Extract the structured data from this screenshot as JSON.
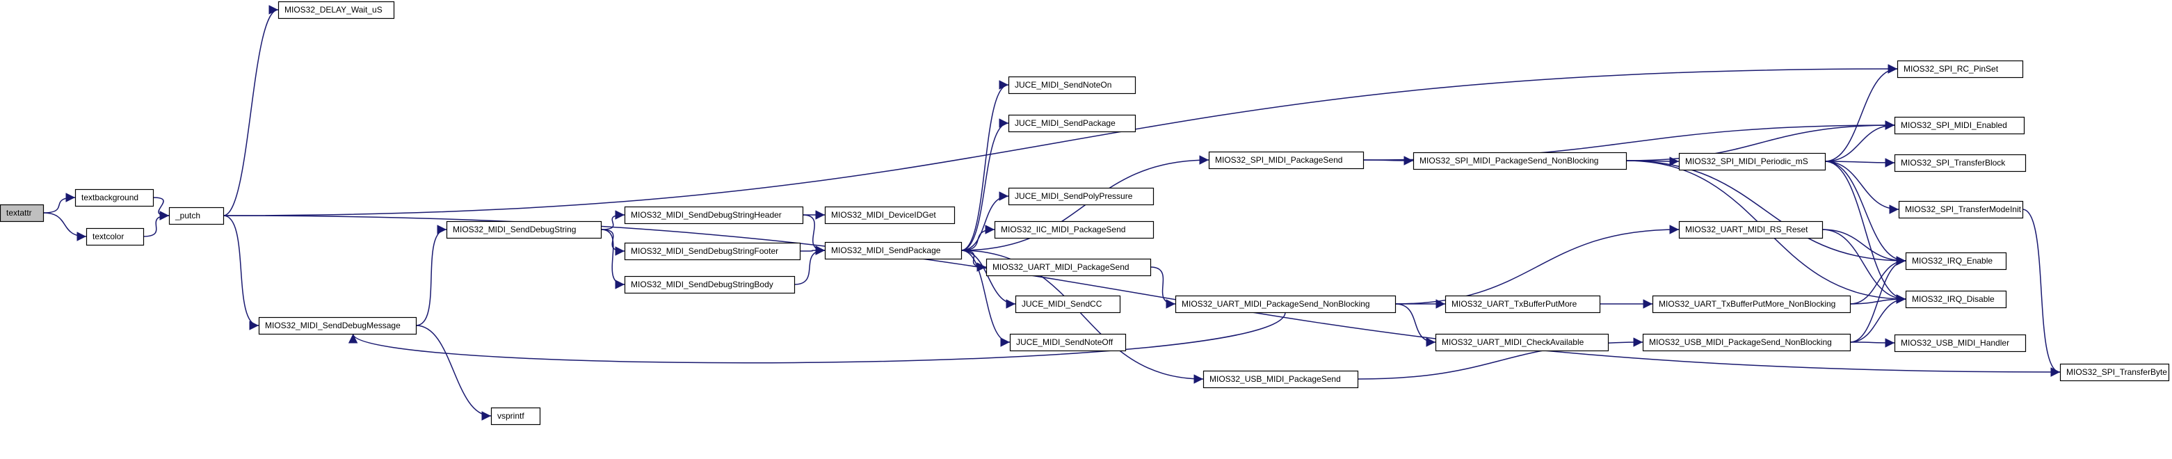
{
  "diagram": {
    "root": "textattr",
    "nodes": [
      {
        "id": "textattr",
        "label": "textattr"
      },
      {
        "id": "textbackground",
        "label": "textbackground"
      },
      {
        "id": "textcolor",
        "label": "textcolor"
      },
      {
        "id": "putch",
        "label": "_putch"
      },
      {
        "id": "delay",
        "label": "MIOS32_DELAY_Wait_uS"
      },
      {
        "id": "senddebugmessage",
        "label": "MIOS32_MIDI_SendDebugMessage"
      },
      {
        "id": "vsprintf",
        "label": "vsprintf"
      },
      {
        "id": "senddebugstring",
        "label": "MIOS32_MIDI_SendDebugString"
      },
      {
        "id": "sdsheader",
        "label": "MIOS32_MIDI_SendDebugStringHeader"
      },
      {
        "id": "sdsfooter",
        "label": "MIOS32_MIDI_SendDebugStringFooter"
      },
      {
        "id": "sdsbody",
        "label": "MIOS32_MIDI_SendDebugStringBody"
      },
      {
        "id": "deviceidget",
        "label": "MIOS32_MIDI_DeviceIDGet"
      },
      {
        "id": "sendpackage",
        "label": "MIOS32_MIDI_SendPackage"
      },
      {
        "id": "juce_noteon",
        "label": "JUCE_MIDI_SendNoteOn"
      },
      {
        "id": "juce_package",
        "label": "JUCE_MIDI_SendPackage"
      },
      {
        "id": "juce_polypressure",
        "label": "JUCE_MIDI_SendPolyPressure"
      },
      {
        "id": "iic_packagesend",
        "label": "MIOS32_IIC_MIDI_PackageSend"
      },
      {
        "id": "uart_packagesend",
        "label": "MIOS32_UART_MIDI_PackageSend"
      },
      {
        "id": "juce_cc",
        "label": "JUCE_MIDI_SendCC"
      },
      {
        "id": "juce_noteoff",
        "label": "JUCE_MIDI_SendNoteOff"
      },
      {
        "id": "spi_packagesend",
        "label": "MIOS32_SPI_MIDI_PackageSend"
      },
      {
        "id": "uart_packagesend_nb",
        "label": "MIOS32_UART_MIDI_PackageSend_NonBlocking"
      },
      {
        "id": "usb_packagesend",
        "label": "MIOS32_USB_MIDI_PackageSend"
      },
      {
        "id": "spi_packagesend_nb",
        "label": "MIOS32_SPI_MIDI_PackageSend_NonBlocking"
      },
      {
        "id": "uart_txbufferputmore",
        "label": "MIOS32_UART_TxBufferPutMore"
      },
      {
        "id": "uart_checkavailable",
        "label": "MIOS32_UART_MIDI_CheckAvailable"
      },
      {
        "id": "spi_periodic",
        "label": "MIOS32_SPI_MIDI_Periodic_mS"
      },
      {
        "id": "uart_rsreset",
        "label": "MIOS32_UART_MIDI_RS_Reset"
      },
      {
        "id": "uart_txbufferputmore_nb",
        "label": "MIOS32_UART_TxBufferPutMore_NonBlocking"
      },
      {
        "id": "usb_packagesend_nb",
        "label": "MIOS32_USB_MIDI_PackageSend_NonBlocking"
      },
      {
        "id": "spi_rc_pinset",
        "label": "MIOS32_SPI_RC_PinSet"
      },
      {
        "id": "spi_midi_enabled",
        "label": "MIOS32_SPI_MIDI_Enabled"
      },
      {
        "id": "spi_transferblock",
        "label": "MIOS32_SPI_TransferBlock"
      },
      {
        "id": "spi_transfermodeinit",
        "label": "MIOS32_SPI_TransferModeInit"
      },
      {
        "id": "irq_enable",
        "label": "MIOS32_IRQ_Enable"
      },
      {
        "id": "irq_disable",
        "label": "MIOS32_IRQ_Disable"
      },
      {
        "id": "usb_handler",
        "label": "MIOS32_USB_MIDI_Handler"
      },
      {
        "id": "spi_transferbyte",
        "label": "MIOS32_SPI_TransferByte"
      }
    ],
    "edges": [
      [
        "textattr",
        "textbackground"
      ],
      [
        "textattr",
        "textcolor"
      ],
      [
        "textbackground",
        "putch"
      ],
      [
        "textcolor",
        "putch"
      ],
      [
        "putch",
        "delay"
      ],
      [
        "putch",
        "spi_rc_pinset"
      ],
      [
        "putch",
        "senddebugmessage"
      ],
      [
        "putch",
        "spi_transferbyte"
      ],
      [
        "senddebugmessage",
        "vsprintf"
      ],
      [
        "senddebugmessage",
        "senddebugstring"
      ],
      [
        "senddebugstring",
        "sdsheader"
      ],
      [
        "senddebugstring",
        "sdsfooter"
      ],
      [
        "senddebugstring",
        "sdsbody"
      ],
      [
        "sdsheader",
        "deviceidget"
      ],
      [
        "sdsheader",
        "sendpackage"
      ],
      [
        "sdsfooter",
        "sendpackage"
      ],
      [
        "sdsbody",
        "sendpackage"
      ],
      [
        "sendpackage",
        "juce_noteon"
      ],
      [
        "sendpackage",
        "juce_package"
      ],
      [
        "sendpackage",
        "juce_polypressure"
      ],
      [
        "sendpackage",
        "iic_packagesend"
      ],
      [
        "sendpackage",
        "uart_packagesend"
      ],
      [
        "sendpackage",
        "juce_cc"
      ],
      [
        "sendpackage",
        "juce_noteoff"
      ],
      [
        "sendpackage",
        "spi_packagesend"
      ],
      [
        "sendpackage",
        "usb_packagesend"
      ],
      [
        "uart_packagesend",
        "uart_packagesend_nb"
      ],
      [
        "uart_packagesend_nb",
        "senddebugmessage"
      ],
      [
        "uart_packagesend_nb",
        "uart_txbufferputmore"
      ],
      [
        "uart_packagesend_nb",
        "uart_checkavailable"
      ],
      [
        "uart_packagesend_nb",
        "uart_rsreset"
      ],
      [
        "spi_packagesend",
        "spi_packagesend_nb"
      ],
      [
        "spi_packagesend",
        "spi_midi_enabled"
      ],
      [
        "spi_packagesend_nb",
        "spi_periodic"
      ],
      [
        "spi_packagesend_nb",
        "spi_midi_enabled"
      ],
      [
        "spi_packagesend_nb",
        "irq_enable"
      ],
      [
        "spi_packagesend_nb",
        "irq_disable"
      ],
      [
        "spi_periodic",
        "spi_rc_pinset"
      ],
      [
        "spi_periodic",
        "spi_midi_enabled"
      ],
      [
        "spi_periodic",
        "spi_transferblock"
      ],
      [
        "spi_periodic",
        "spi_transfermodeinit"
      ],
      [
        "spi_periodic",
        "irq_enable"
      ],
      [
        "spi_periodic",
        "irq_disable"
      ],
      [
        "spi_transfermodeinit",
        "spi_transferbyte"
      ],
      [
        "uart_txbufferputmore",
        "uart_txbufferputmore_nb"
      ],
      [
        "uart_txbufferputmore_nb",
        "irq_enable"
      ],
      [
        "uart_txbufferputmore_nb",
        "irq_disable"
      ],
      [
        "uart_rsreset",
        "irq_enable"
      ],
      [
        "uart_rsreset",
        "irq_disable"
      ],
      [
        "usb_packagesend",
        "usb_packagesend_nb"
      ],
      [
        "usb_packagesend_nb",
        "irq_enable"
      ],
      [
        "usb_packagesend_nb",
        "irq_disable"
      ],
      [
        "usb_packagesend_nb",
        "usb_handler"
      ]
    ]
  }
}
